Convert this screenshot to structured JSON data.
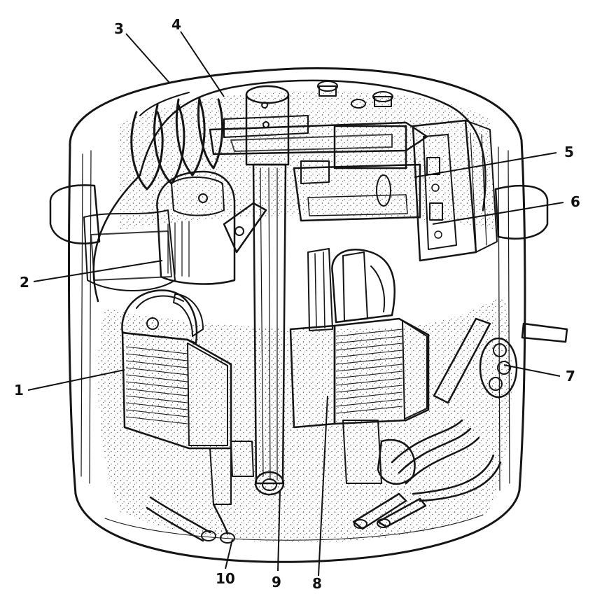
{
  "figure": {
    "subject": "hermetic-compressor-cutaway",
    "labels": [
      "1",
      "2",
      "3",
      "4",
      "5",
      "6",
      "7",
      "8",
      "9",
      "10"
    ]
  }
}
